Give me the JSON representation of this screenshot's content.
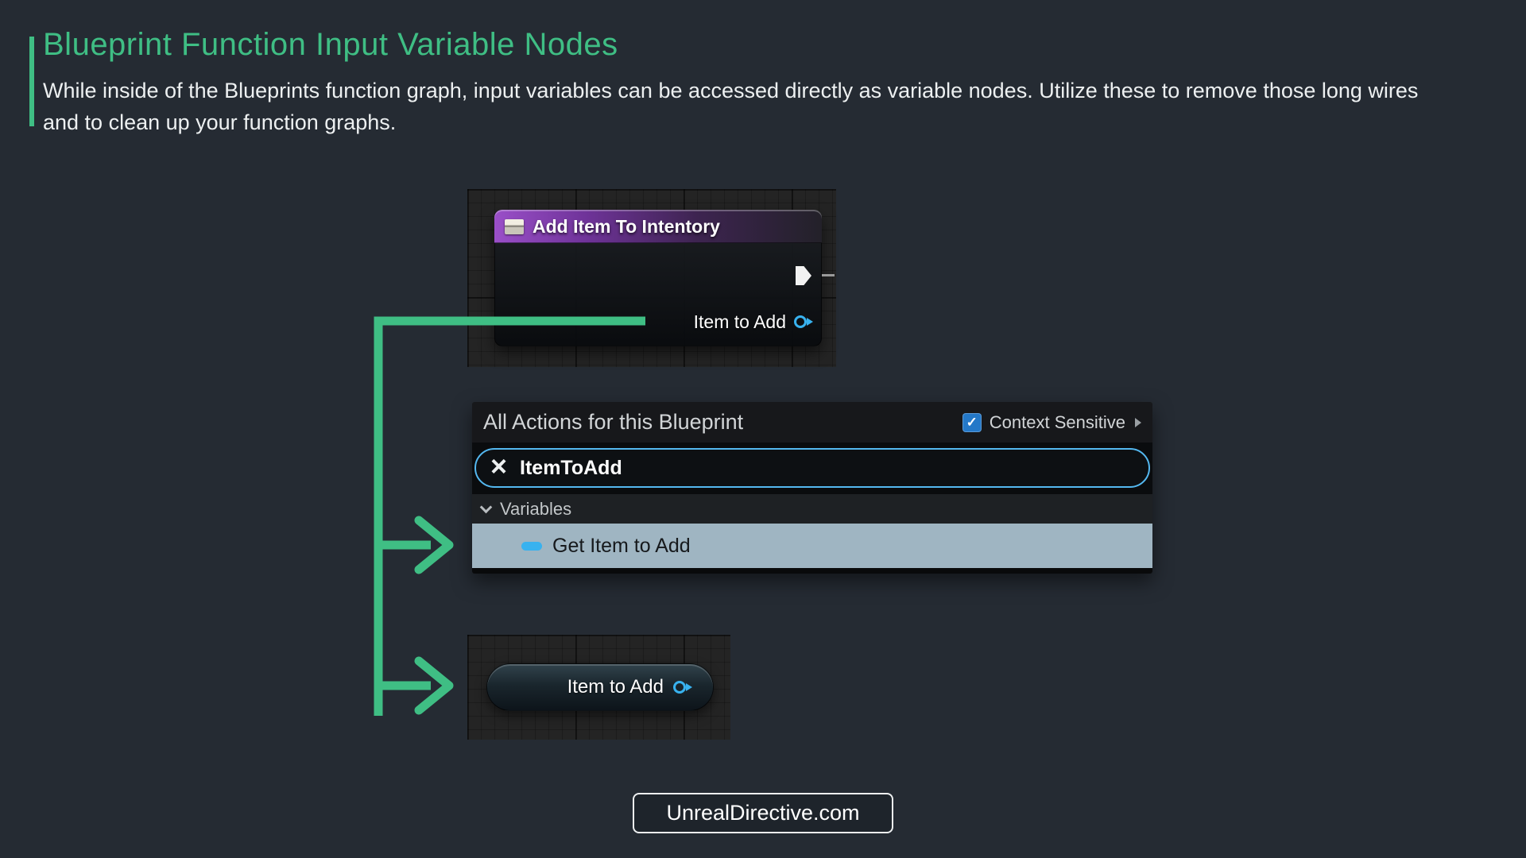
{
  "colors": {
    "page_bg": "#252b33",
    "accent_green": "#3fbe84",
    "grid_bg": "#242424",
    "node_header_purple": "#9a4fc8",
    "pin_blue": "#38b2ef",
    "exec_white": "#f2f2f2",
    "search_border": "#54b8f0",
    "checkbox_blue": "#2478c8",
    "result_row_bg": "#9fb5c2"
  },
  "header": {
    "title": "Blueprint Function Input Variable Nodes",
    "description": "While inside of the Blueprints function graph, input variables can be accessed directly as variable nodes. Utilize these to remove those long wires and to clean up your function graphs."
  },
  "entry_node": {
    "title": "Add Item To Intentory",
    "output_pin_label": "Item to Add"
  },
  "actions_panel": {
    "title": "All Actions for this Blueprint",
    "context_sensitive_label": "Context Sensitive",
    "checkmark": "✓",
    "clear_icon": "×",
    "search_value": "ItemToAdd",
    "category_label": "Variables",
    "result_label": "Get Item to Add"
  },
  "getter_node": {
    "label": "Item to Add"
  },
  "footer": {
    "badge": "UnrealDirective.com"
  }
}
